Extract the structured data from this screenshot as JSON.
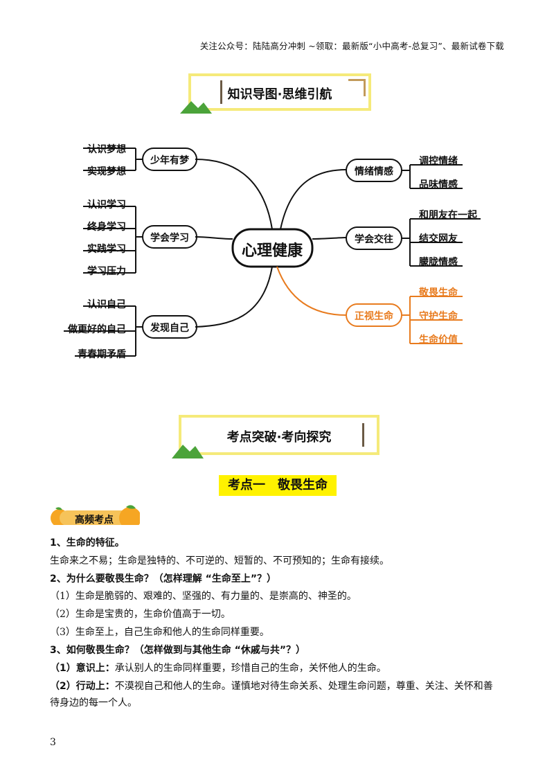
{
  "header": {
    "text": "关注公众号：陆陆高分冲刺 ~领取：最新版“小中高考-总复习”、最新试卷下载"
  },
  "banner1": {
    "title": "知识导图·思维引航"
  },
  "mindmap": {
    "center": "心理健康",
    "left": [
      {
        "label": "少年有梦",
        "children": [
          "认识梦想",
          "实现梦想"
        ]
      },
      {
        "label": "学会学习",
        "children": [
          "认识学习",
          "终身学习",
          "实践学习",
          "学习压力"
        ]
      },
      {
        "label": "发现自己",
        "children": [
          "认识自己",
          "做更好的自己",
          "青春期矛盾"
        ]
      }
    ],
    "right": [
      {
        "label": "情绪情感",
        "children": [
          "调控情绪",
          "品味情感"
        ]
      },
      {
        "label": "学会交往",
        "children": [
          "和朋友在一起",
          "结交网友",
          "朦胧情感"
        ]
      },
      {
        "label": "正视生命",
        "children": [
          "敬畏生命",
          "守护生命",
          "生命价值"
        ]
      }
    ],
    "colors": {
      "line": "#111111",
      "highlight": "#e87b1e"
    }
  },
  "banner2": {
    "title": "考点突破·考向探究"
  },
  "section_title": "考点一　敬畏生命",
  "tag": {
    "label": "高频考点",
    "color": "#f6a623"
  },
  "content": {
    "q1_title": "1、生命的特征。",
    "q1_text": "生命来之不易；生命是独特的、不可逆的、短暂的、不可预知的；生命有接续。",
    "q2_title": "2、为什么要敬畏生命？（怎样理解 “生命至上”？）",
    "q2_items": [
      "（1）生命是脆弱的、艰难的、坚强的、有力量的、是崇高的、神圣的。",
      "（2）生命是宝贵的，生命价值高于一切。",
      "（3）生命至上，自己生命和他人的生命同样重要。"
    ],
    "q3_title": "3、如何敬畏生命？（怎样做到与其他生命 “休戚与共”？）",
    "q3_a_label": "（1）意识上：",
    "q3_a_text": "承认别人的生命同样重要，珍惜自己的生命，关怀他人的生命。",
    "q3_b_label": "（2）行动上：",
    "q3_b_text": "不漠视自己和他人的生命。谨慎地对待生命关系、处理生命问题，尊重、关注、关怀和善",
    "q3_b_text2": "待身边的每一个人。"
  },
  "page_number": "3"
}
